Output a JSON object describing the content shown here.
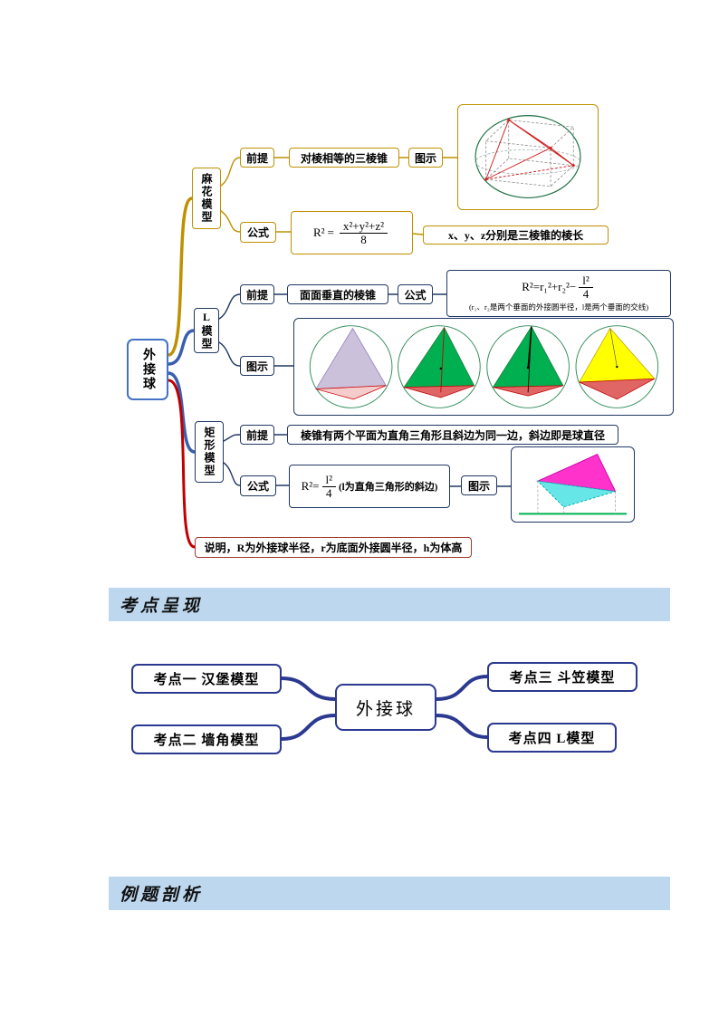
{
  "mindmap1": {
    "root_label": "外接球",
    "branches": {
      "mahua": {
        "node_label": "麻花模型",
        "premise_label": "前提",
        "premise_text": "对棱相等的三棱锥",
        "illustration_label": "图示",
        "formula_label": "公式",
        "formula": {
          "lhs": "R²",
          "eq": "=",
          "numerator": "x²+y²+z²",
          "denominator": "8"
        },
        "note_text": "x、y、z分别是三棱锥的棱长"
      },
      "l_model": {
        "node_label": "L模型",
        "premise_label": "前提",
        "premise_text": "面面垂直的棱锥",
        "formula_label": "公式",
        "formula": {
          "pre": "R²=r₁²+r₂²−",
          "numerator": "l²",
          "denominator": "4"
        },
        "formula_note": "(r₁、r₂是两个垂面的外接圆半径，l是两个垂面的交线)",
        "illustration_label": "图示"
      },
      "rectangle": {
        "node_label": "矩形模型",
        "premise_label": "前提",
        "premise_text": "棱锥有两个平面为直角三角形且斜边为同一边，斜边即是球直径",
        "formula_label": "公式",
        "formula": {
          "pre": "R²=",
          "numerator": "l²",
          "denominator": "4",
          "suffix": "(l为直角三角形的斜边)"
        },
        "illustration_label": "图示"
      }
    },
    "footnote": "说明，R为外接球半径，r为底面外接圆半径，h为体高"
  },
  "sections": {
    "kaodian_header": "考点呈现",
    "liti_header": "例题剖析"
  },
  "mindmap2": {
    "center_label": "外接球",
    "topics": [
      {
        "label": "考点一 汉堡模型"
      },
      {
        "label": "考点二 墙角模型"
      },
      {
        "label": "考点三 斗笠模型"
      },
      {
        "label": "考点四 L模型"
      }
    ]
  },
  "colors": {
    "gold_branch": "#BF9000",
    "blue_branch": "#3A5FAE",
    "navy_box": "#203864",
    "red_branch": "#C00000",
    "header_bg": "#BDD7EE",
    "map2_line": "#2B3990",
    "root_border": "#4472C4"
  }
}
